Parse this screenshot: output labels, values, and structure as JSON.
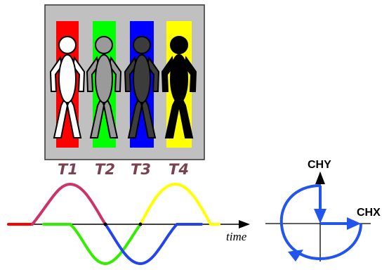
{
  "figure": {
    "strips": [
      {
        "label": "T1",
        "strip_color": "#ff0000",
        "figure_fill": "#ffffff"
      },
      {
        "label": "T2",
        "strip_color": "#00ff00",
        "figure_fill": "#9a9a9a"
      },
      {
        "label": "T3",
        "strip_color": "#0000ff",
        "figure_fill": "#3c3c3c"
      },
      {
        "label": "T4",
        "strip_color": "#ffff00",
        "figure_fill": "#000000"
      }
    ],
    "panel_color": "#c0c0c0",
    "label_color": "#7a4250"
  },
  "waveform": {
    "axis_label": "time",
    "colors": {
      "lead": "#ff0000",
      "red_phase": "#cc3366",
      "green": "#33ee00",
      "blue": "#2244ee",
      "yellow": "#ffff00"
    }
  },
  "phasor": {
    "y_label": "CHY",
    "x_label": "CHX",
    "color": "#2255ee"
  }
}
